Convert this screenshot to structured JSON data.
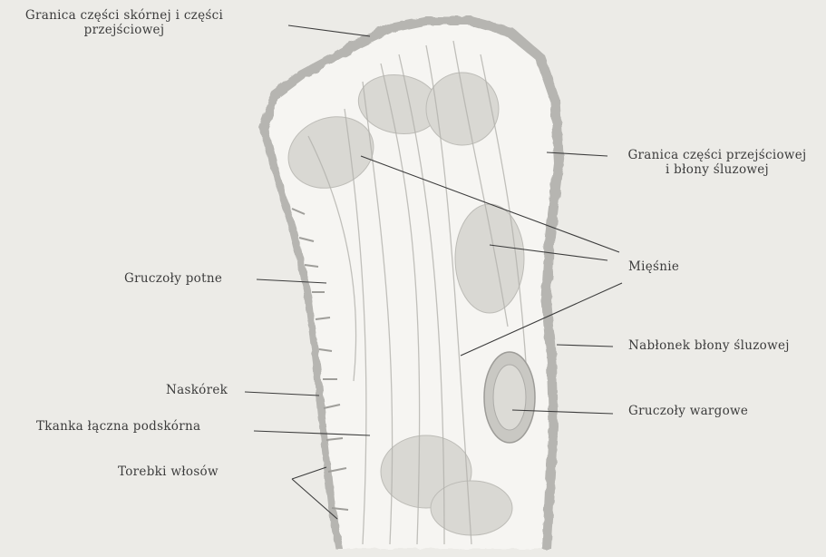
{
  "labels": {
    "skin_transition_border": [
      "Granica części skórnej i części",
      "przejściowej"
    ],
    "transition_mucosa_border": [
      "Granica części przejściowej",
      "i błony śluzowej"
    ],
    "sweat_glands": "Gruczoły potne",
    "muscles": "Mięśnie",
    "mucosa_epithelium": "Nabłonek błony śluzowej",
    "epidermis": "Naskórek",
    "labial_glands": "Gruczoły wargowe",
    "subcutaneous_tissue": "Tkanka łączna podskórna",
    "hair_follicles": "Torebki włosów"
  },
  "colors": {
    "background": "#ecebe7",
    "tissue_fill": "#f6f5f2",
    "epithelium": "#a7a6a2",
    "fiber": "#bdbcb7",
    "leader_line": "#3c3c3c"
  }
}
